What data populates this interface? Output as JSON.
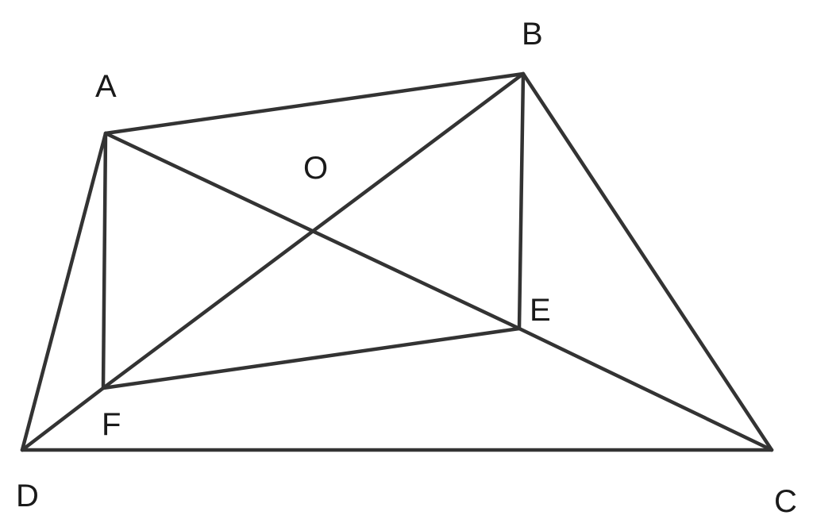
{
  "diagram": {
    "points": {
      "A": "A",
      "B": "B",
      "C": "C",
      "D": "D",
      "E": "E",
      "F": "F",
      "O": "O"
    },
    "segments": [
      [
        "A",
        "B"
      ],
      [
        "A",
        "D"
      ],
      [
        "A",
        "F"
      ],
      [
        "A",
        "E"
      ],
      [
        "B",
        "C"
      ],
      [
        "B",
        "E"
      ],
      [
        "B",
        "F"
      ],
      [
        "F",
        "D"
      ],
      [
        "F",
        "E"
      ],
      [
        "D",
        "C"
      ],
      [
        "E",
        "C"
      ]
    ],
    "line_color": "#333333",
    "label_color": "#1a1a1a"
  }
}
